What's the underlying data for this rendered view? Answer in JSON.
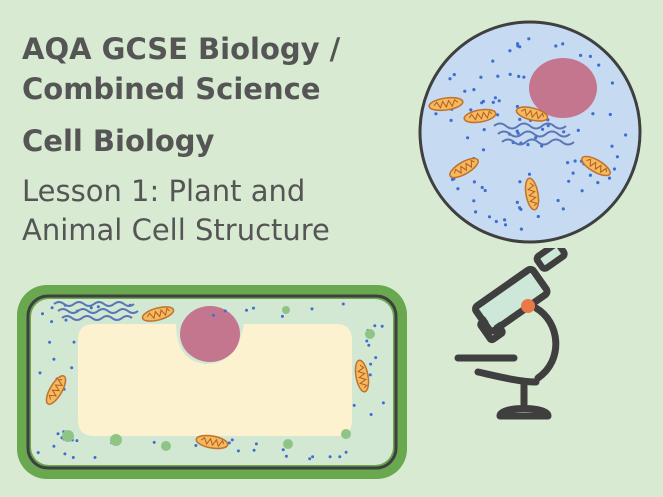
{
  "slide": {
    "title_line1": "AQA GCSE Biology /",
    "title_line2": "Combined Science",
    "topic": "Cell Biology",
    "lesson_line1": "Lesson 1: Plant and",
    "lesson_line2": "Animal Cell Structure"
  },
  "colors": {
    "background": "#d8ead2",
    "text": "#555555",
    "animal_cytoplasm": "#c6dbf2",
    "nucleus": "#c4768f",
    "plant_wall": "#69a84f",
    "plant_cytoplasm": "#d2e8d3",
    "vacuole": "#fdf2cf",
    "mitochondria": "#f3ba5e",
    "ribosome_dots": "#3d6fd1",
    "microscope_outline": "#3f3f3f",
    "microscope_lens": "#e97a47"
  },
  "icons": {
    "animal_cell": "animal-cell-illustration",
    "plant_cell": "plant-cell-illustration",
    "microscope": "microscope-icon"
  }
}
